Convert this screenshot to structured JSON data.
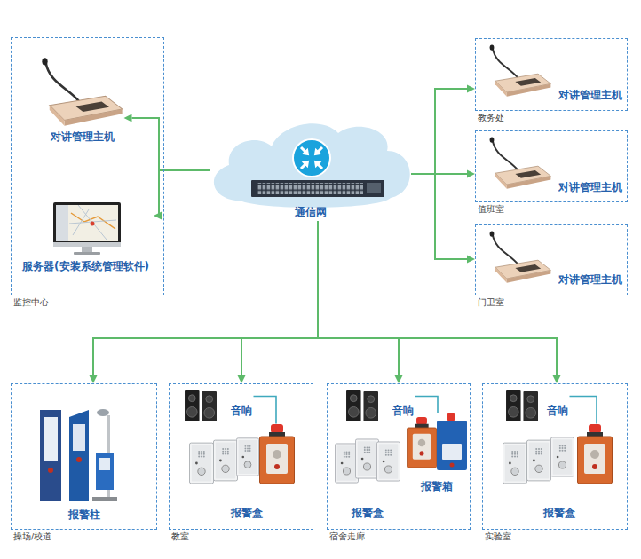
{
  "diagram": {
    "nodes": [
      {
        "text": [
          "监控中心"
        ]
      },
      {
        "text": [
          "对讲管理主机"
        ],
        "in": 0
      },
      {
        "text": [
          "服务器(安装系统管理软件)"
        ],
        "in": 0
      },
      {
        "text": [
          "通信网"
        ]
      },
      {
        "text": [
          "教务处"
        ]
      },
      {
        "text": [
          "对讲管理主机"
        ],
        "in": 4
      },
      {
        "text": [
          "值班室"
        ]
      },
      {
        "text": [
          "对讲管理主机"
        ],
        "in": 6
      },
      {
        "text": [
          "门卫室"
        ]
      },
      {
        "text": [
          "对讲管理主机"
        ],
        "in": 8
      },
      {
        "text": [
          "操场/校道"
        ]
      },
      {
        "text": [
          "报警柱"
        ],
        "in": 10
      },
      {
        "text": [
          "教室"
        ]
      },
      {
        "text": [
          "音响"
        ],
        "in": 12
      },
      {
        "text": [
          "报警盒"
        ],
        "in": 12
      },
      {
        "text": [
          "宿舍走廊"
        ]
      },
      {
        "text": [
          "音响"
        ],
        "in": 15
      },
      {
        "text": [
          "报警盒"
        ],
        "in": 15
      },
      {
        "text": [
          "报警箱"
        ],
        "in": 15
      },
      {
        "text": [
          "实验室"
        ]
      },
      {
        "text": [
          "音响"
        ],
        "in": 19
      },
      {
        "text": [
          "报警盒"
        ],
        "in": 19
      }
    ],
    "edges": [
      {
        "from": 3,
        "to": 1,
        "arrow": "to"
      },
      {
        "from": 3,
        "to": 2,
        "arrow": "to"
      },
      {
        "from": 3,
        "to": 4,
        "arrow": "to"
      },
      {
        "from": 3,
        "to": 6,
        "arrow": "to"
      },
      {
        "from": 3,
        "to": 8,
        "arrow": "to"
      },
      {
        "from": 3,
        "to": 10,
        "arrow": "to"
      },
      {
        "from": 3,
        "to": 12,
        "arrow": "to"
      },
      {
        "from": 3,
        "to": 15,
        "arrow": "to"
      },
      {
        "from": 3,
        "to": 19,
        "arrow": "to"
      },
      {
        "from": 13,
        "to": 14,
        "arrow": "none"
      },
      {
        "from": 16,
        "to": 18,
        "arrow": "none"
      },
      {
        "from": 20,
        "to": 21,
        "arrow": "none"
      }
    ]
  }
}
